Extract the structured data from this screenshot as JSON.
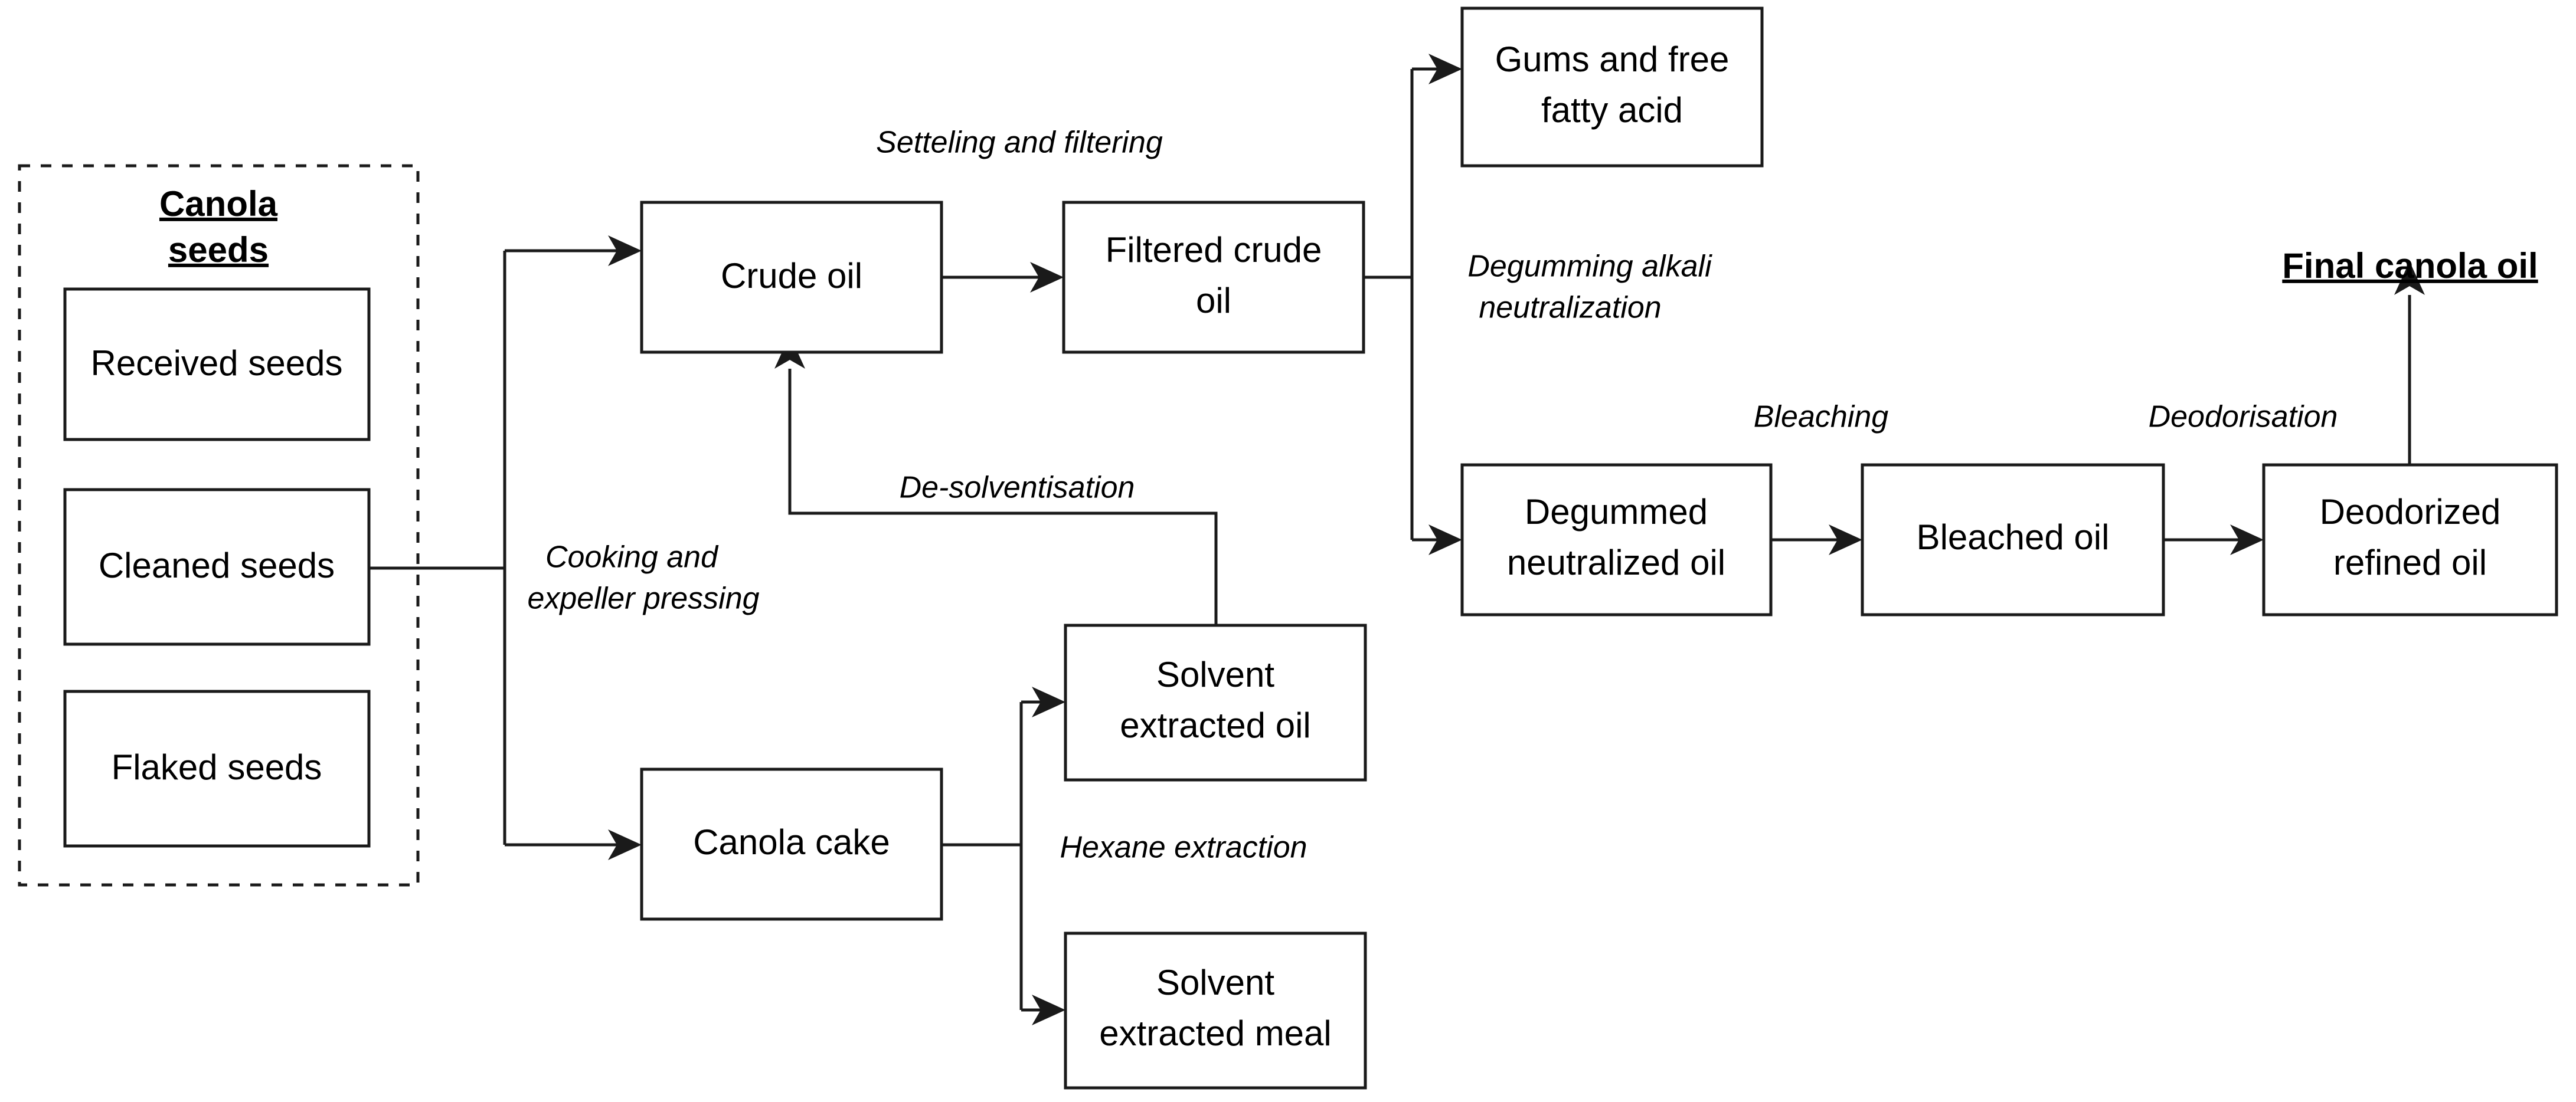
{
  "diagram": {
    "title_group": {
      "line1": "Canola",
      "line2": "seeds"
    },
    "final_output": {
      "label": "Final canola oil"
    },
    "nodes": {
      "received_seeds": "Received seeds",
      "cleaned_seeds": "Cleaned seeds",
      "flaked_seeds": "Flaked seeds",
      "crude_oil": "Crude oil",
      "filtered_crude_oil_line1": "Filtered crude",
      "filtered_crude_oil_line2": "oil",
      "gums_line1": "Gums and free",
      "gums_line2": "fatty acid",
      "degummed_line1": "Degummed",
      "degummed_line2": "neutralized oil",
      "bleached_oil": "Bleached oil",
      "deodorized_line1": "Deodorized",
      "deodorized_line2": "refined oil",
      "canola_cake": "Canola cake",
      "solvent_oil_line1": "Solvent",
      "solvent_oil_line2": "extracted oil",
      "solvent_meal_line1": "Solvent",
      "solvent_meal_line2": "extracted meal"
    },
    "process_labels": {
      "settling_filtering": "Setteling and filtering",
      "cooking_line1": "Cooking and",
      "cooking_line2": "expeller pressing",
      "degumming_line1": "Degumming alkali",
      "degumming_line2": "neutralization",
      "bleaching": "Bleaching",
      "deodorisation": "Deodorisation",
      "desolventisation": "De-solventisation",
      "hexane_extraction": "Hexane extraction"
    },
    "colors": {
      "stroke": "#1a1a1a",
      "background": "#ffffff",
      "text": "#000000"
    }
  }
}
